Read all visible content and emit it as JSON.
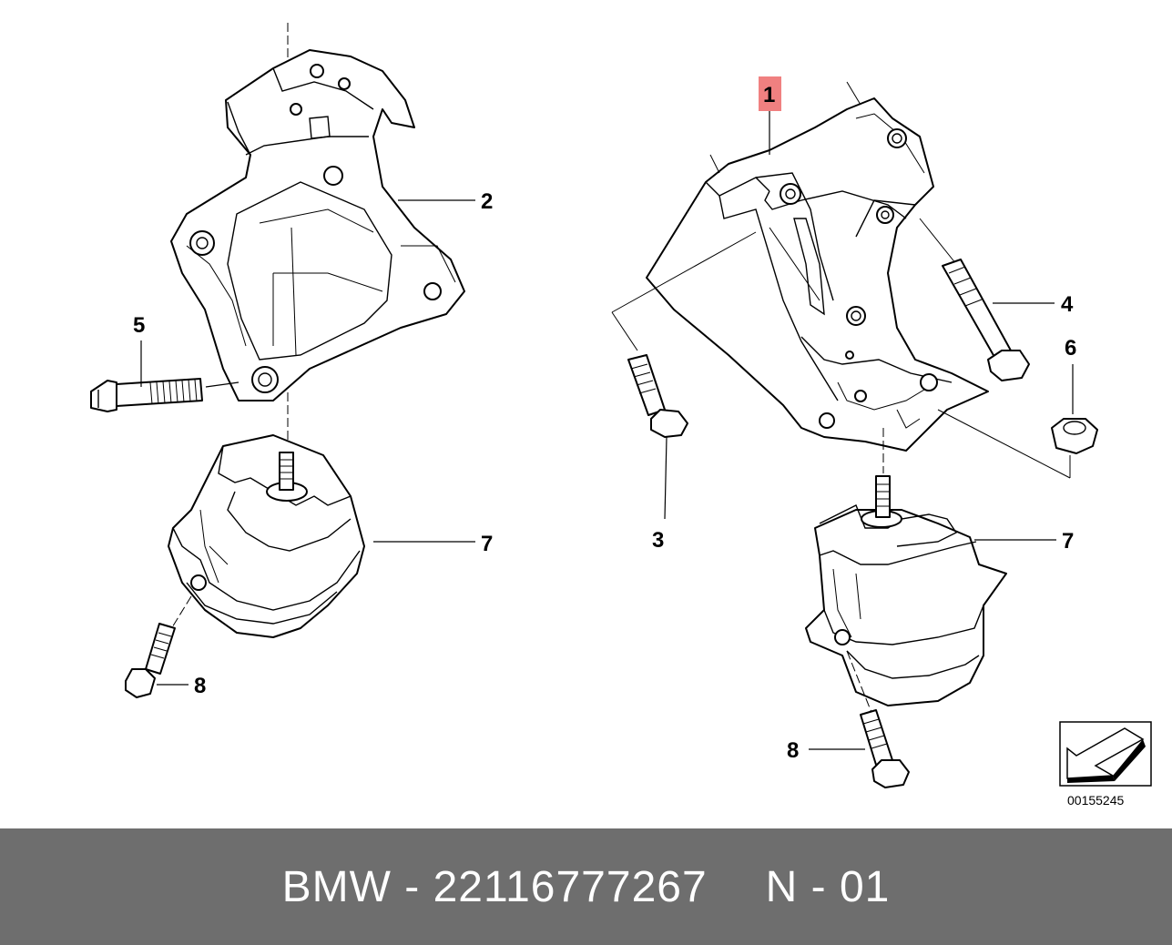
{
  "diagram": {
    "labels": {
      "part_1": "1",
      "part_2": "2",
      "part_3": "3",
      "part_4": "4",
      "part_5": "5",
      "part_6": "6",
      "part_7_left": "7",
      "part_7_right": "7",
      "part_8_left": "8",
      "part_8_right": "8"
    },
    "highlight_color": "#f08080",
    "image_code": "00155245"
  },
  "footer": {
    "part_number": "BMW - 22116777267",
    "variant": "N - 01",
    "background": "#6e6e6e"
  }
}
